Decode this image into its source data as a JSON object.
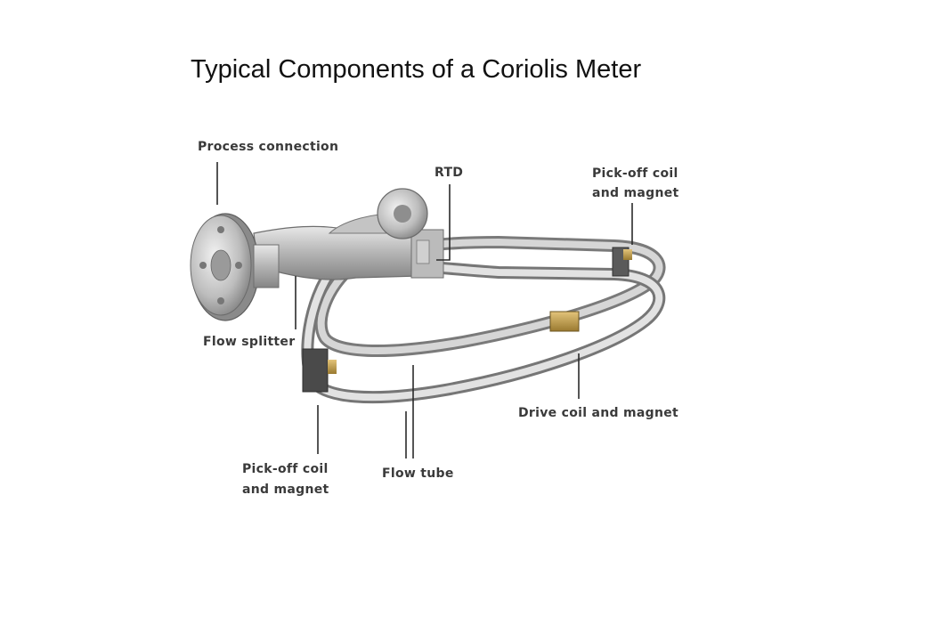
{
  "slide": {
    "title": "Typical Components of a Coriolis Meter"
  },
  "labels": {
    "process_connection": "Process connection",
    "rtd": "RTD",
    "pickoff_top_line1": "Pick-off coil",
    "pickoff_top_line2": "and magnet",
    "flow_splitter": "Flow splitter",
    "drive_coil": "Drive coil and magnet",
    "pickoff_bottom_line1": "Pick-off coil",
    "pickoff_bottom_line2": "and magnet",
    "flow_tube": "Flow tube"
  }
}
